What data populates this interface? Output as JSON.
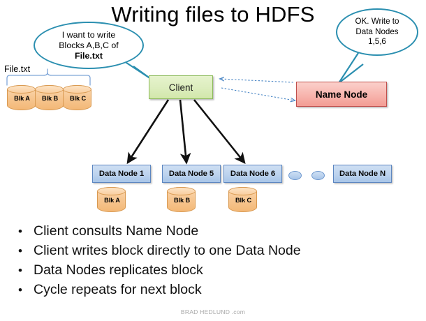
{
  "title": "Writing files to HDFS",
  "bubbles": {
    "left": {
      "line1": "I want to write",
      "line2": "Blocks A,B,C of",
      "line3": "File.txt"
    },
    "right": {
      "line1": "OK. Write to",
      "line2": "Data Nodes",
      "line3": "1,5,6"
    }
  },
  "file": {
    "label": "File.txt",
    "blocks": [
      {
        "label": "Blk A"
      },
      {
        "label": "Blk B"
      },
      {
        "label": "Blk C"
      }
    ]
  },
  "nodes": {
    "client": "Client",
    "name_node": "Name Node",
    "data_nodes": [
      {
        "label": "Data Node 1",
        "block": "Blk A"
      },
      {
        "label": "Data Node 5",
        "block": "Blk B"
      },
      {
        "label": "Data Node 6",
        "block": "Blk C"
      },
      {
        "label": "Data Node N",
        "block": null
      }
    ]
  },
  "bullets": [
    {
      "marker": "•",
      "text": "Client consults Name Node"
    },
    {
      "marker": "•",
      "text": "Client writes block directly to one Data Node"
    },
    {
      "marker": "•",
      "text": "Data Nodes replicates block"
    },
    {
      "marker": "•",
      "text": "Cycle repeats for next block"
    }
  ],
  "footer": "BRAD HEDLUND .com",
  "colors": {
    "bubble_stroke": "#2b8fb0",
    "client_fill": "#dcedbd",
    "client_stroke": "#8cba5a",
    "name_node_fill": "#f7b2ab",
    "name_node_stroke": "#c0504d",
    "data_node_fill": "#bcd3ee",
    "data_node_stroke": "#5c86c0",
    "block_fill": "#f7c894",
    "block_stroke": "#d99a52",
    "arrow_black": "#111111",
    "arrow_dashed": "#4a86c5",
    "brace": "#7fa6d8",
    "footer_text": "#a8a8a8"
  }
}
